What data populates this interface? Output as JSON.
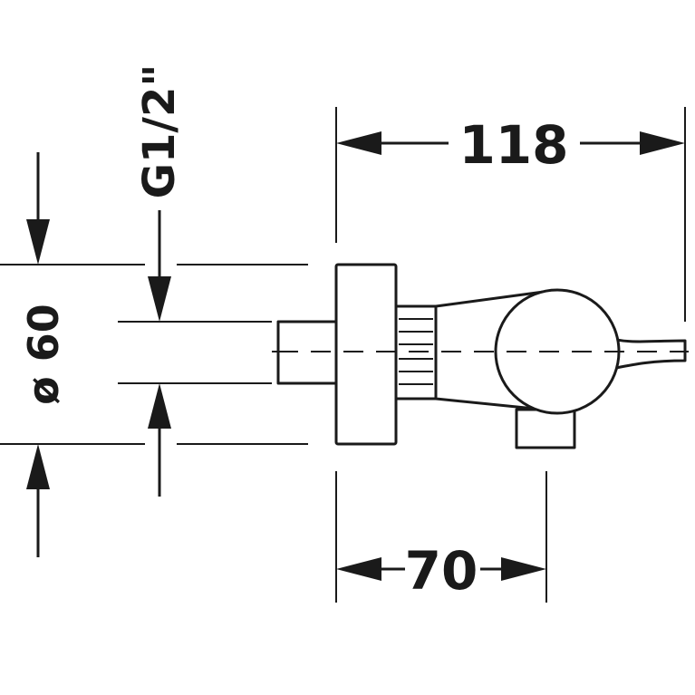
{
  "dimensions": {
    "total_length": "118",
    "body_length": "70",
    "rosette_diameter": "ø 60",
    "thread": "G1/2\""
  }
}
